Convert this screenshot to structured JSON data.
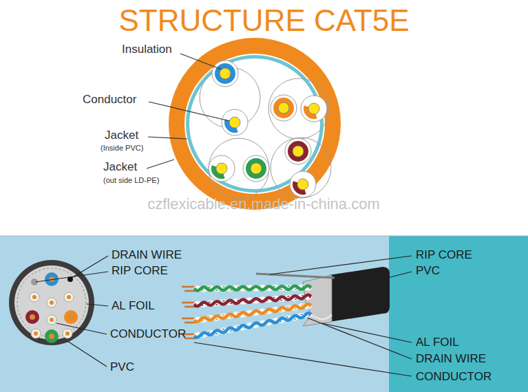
{
  "diagram": {
    "title": "STRUCTURE CAT5E",
    "labels": [
      "Insulation",
      "Conductor",
      "Jacket",
      "(Inside PVC)",
      "Jacket",
      "(out side LD-PE)",
      "czflexicable.en.made-in-china.com",
      "DRAIN WIRE",
      "RIP CORE",
      "AL FOIL",
      "CONDUCTOR",
      "PVC",
      "RIP CORE",
      "PVC",
      "AL FOIL",
      "DRAIN WIRE",
      "CONDUCTOR"
    ]
  }
}
